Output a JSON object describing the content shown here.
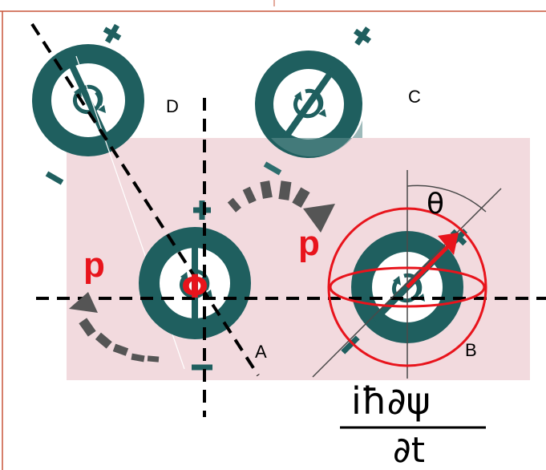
{
  "labels": {
    "A": "A",
    "B": "B",
    "C": "C",
    "D": "D",
    "p_left": "p",
    "p_right": "p",
    "phi": "Φ",
    "theta": "θ",
    "plus": "+",
    "minus": "−"
  },
  "equation": {
    "numerator": "iħ∂ψ",
    "denominator": "∂t"
  },
  "colors": {
    "ring": "#1f5f5f",
    "accent": "#e8141c",
    "panel": "#f2dade",
    "arrow": "#555555",
    "frame": "#c8553a"
  },
  "icons": {
    "rotation_symbol": "circular-arrows-icon",
    "sphere": "bloch-sphere-icon"
  }
}
